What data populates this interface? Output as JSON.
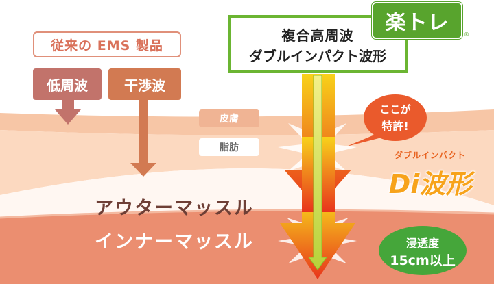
{
  "legacy": {
    "title": "従来の EMS 製品",
    "low_frequency": "低周波",
    "interference": "干渉波"
  },
  "layers": {
    "skin": "皮膚",
    "fat": "脂肪",
    "outer_muscle": "アウターマッスル",
    "inner_muscle": "インナーマッスル"
  },
  "composite": {
    "line1": "複合高周波",
    "line2": "ダブルインパクト波形"
  },
  "logo": {
    "text": "楽トレ",
    "registered": "®"
  },
  "patent": {
    "line1": "ここが",
    "line2": "特許!"
  },
  "di_wave": {
    "subtitle": "ダブルインパクト",
    "title": "Di波形"
  },
  "penetration": {
    "line1": "浸透度",
    "line2": "15cm以上"
  },
  "colors": {
    "skin_band": "#f9c9a8",
    "inner_muscle_band": "#ea8c6e",
    "accent_green": "#6bb532",
    "arrow_red": "#ea3a1c",
    "arrow_yellow": "#f6d31a"
  }
}
